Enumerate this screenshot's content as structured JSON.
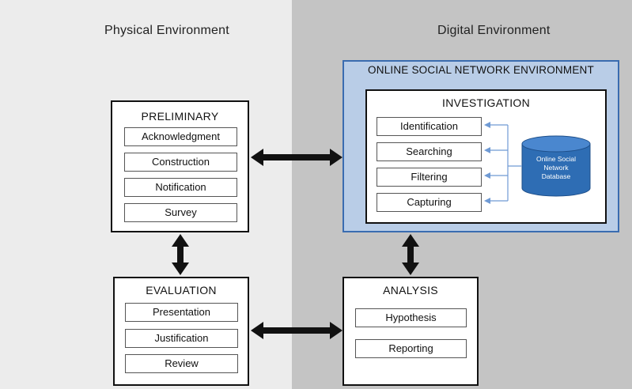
{
  "environments": {
    "physical": "Physical Environment",
    "digital": "Digital Environment"
  },
  "osn_title": "ONLINE SOCIAL NETWORK ENVIRONMENT",
  "preliminary": {
    "title": "PRELIMINARY",
    "items": [
      "Acknowledgment",
      "Construction",
      "Notification",
      "Survey"
    ]
  },
  "evaluation": {
    "title": "EVALUATION",
    "items": [
      "Presentation",
      "Justification",
      "Review"
    ]
  },
  "investigation": {
    "title": "INVESTIGATION",
    "items": [
      "Identification",
      "Searching",
      "Filtering",
      "Capturing"
    ]
  },
  "analysis": {
    "title": "ANALYSIS",
    "items": [
      "Hypothesis",
      "Reporting"
    ]
  },
  "database": {
    "label_lines": [
      "Online Social",
      "Network",
      "Database"
    ]
  },
  "colors": {
    "physical_bg": "#ececec",
    "digital_bg": "#c4c4c4",
    "osn_fill": "#b9cde7",
    "osn_border": "#3a6cb0",
    "db_fill": "#2e6db4",
    "connector": "#6f9ad4",
    "arrow": "#111111"
  }
}
